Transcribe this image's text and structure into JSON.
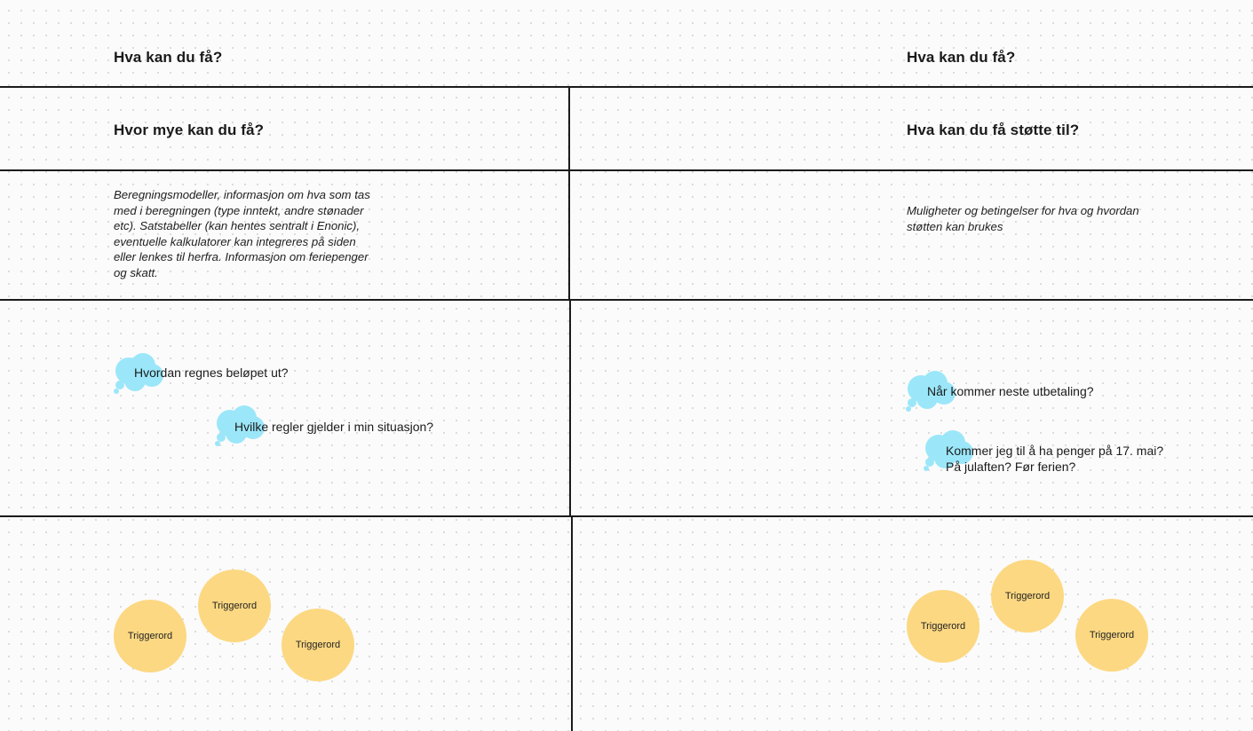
{
  "sections": {
    "top_left_heading": "Hva kan du få?",
    "top_right_heading": "Hva kan du få?",
    "left_heading": "Hvor mye kan du få?",
    "right_heading": "Hva kan du få støtte til?"
  },
  "descriptions": {
    "left_lines": [
      "Beregningsmodeller, informasjon om hva som tas",
      "med i beregningen (type inntekt, andre stønader",
      "etc). Satstabeller (kan hentes sentralt i Enonic),",
      "eventuelle kalkulatorer kan integreres på siden",
      "eller lenkes til herfra. Informasjon om feriepenger",
      "og skatt."
    ],
    "right_lines": [
      "Muligheter og betingelser for hva og hvordan",
      "støtten kan brukes"
    ]
  },
  "questions": {
    "left": [
      {
        "lines": [
          "Hvordan regnes beløpet ut?"
        ]
      },
      {
        "lines": [
          "Hvilke regler gjelder i min situasjon?"
        ]
      }
    ],
    "right": [
      {
        "lines": [
          "Når kommer neste utbetaling?"
        ]
      },
      {
        "lines": [
          "Kommer jeg til å ha penger på 17. mai?",
          "På julaften? Før ferien?"
        ]
      }
    ]
  },
  "triggers": {
    "left": [
      "Triggerord",
      "Triggerord",
      "Triggerord"
    ],
    "right": [
      "Triggerord",
      "Triggerord",
      "Triggerord"
    ]
  },
  "colors": {
    "grid_line": "#1b1b1b",
    "thought_bubble": "#9be7f9",
    "trigger_sticky": "#fcd882",
    "canvas": "#fbfbfb"
  }
}
